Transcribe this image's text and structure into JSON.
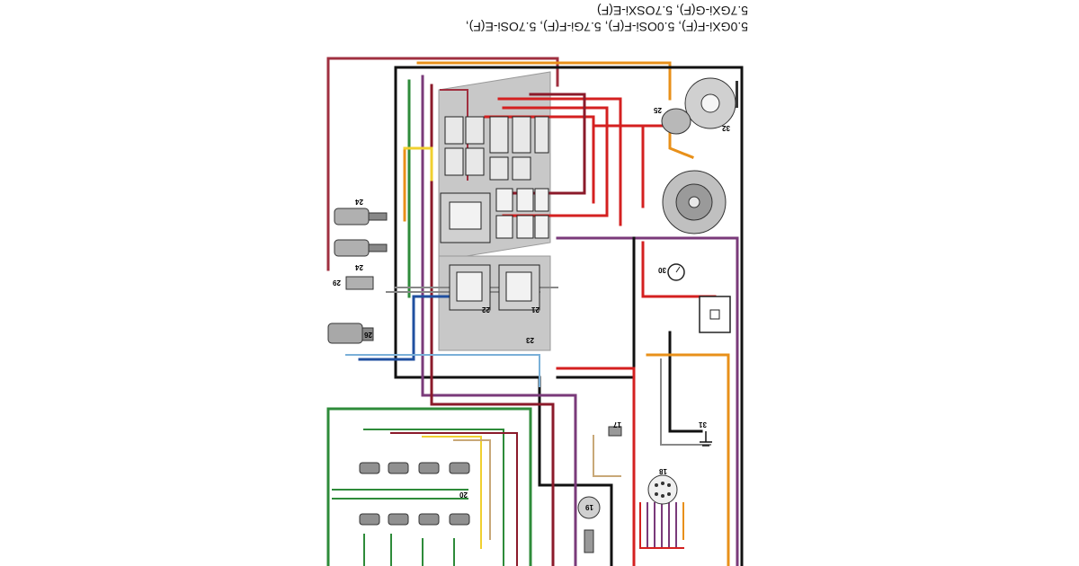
{
  "diagram": {
    "header_lines": [
      "5.0GXi-F(F), 5.0OSi-F(F), 5.7Gi-F(F), 5.7OSi-E(F),",
      "5.7GXi-G(F), 5.7OSXi-E(F)"
    ],
    "component_numbers": {
      "ignition_coil": "25",
      "starter_solenoid": "32",
      "fuse_gauge": "30",
      "sensor_a": "24",
      "sensor_b": "24",
      "sensor_c": "29",
      "sensor_d": "26",
      "relay_block": "23",
      "relay_a": "22",
      "relay_b": "21",
      "injector_bank": "20",
      "distributor": "19",
      "connector_plug": "18",
      "ground": "31",
      "knock_sensor": "17"
    },
    "colors": {
      "red": "#d42020",
      "dark_red": "#8b1a2a",
      "maroon": "#a03040",
      "orange": "#e8901a",
      "yellow": "#f0d030",
      "green": "#2e8b3a",
      "dark_green": "#1e6a30",
      "purple": "#7a3a7a",
      "blue": "#2050a0",
      "light_blue": "#7ab0d8",
      "gray": "#888888",
      "black": "#111111",
      "tan": "#c8a878",
      "pink": "#e090a0"
    }
  }
}
